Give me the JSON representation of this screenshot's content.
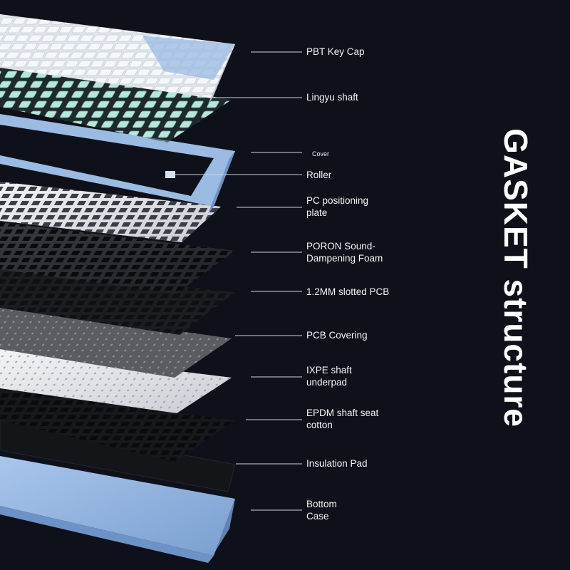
{
  "title": "GASKET structure",
  "colors": {
    "background": "#0e1119",
    "accent_blue": "#9bbbe3",
    "keycap_white": "#eef0f4",
    "switch_mint": "#a9e0d2",
    "plate_light": "#e8eaee",
    "foam_dark": "#2a2c31",
    "pcb_black": "#1c1d21"
  },
  "layers": [
    {
      "id": "keycap",
      "label": "PBT Key Cap"
    },
    {
      "id": "switch",
      "label": "Lingyu shaft"
    },
    {
      "id": "cover",
      "label": "Cover"
    },
    {
      "id": "roller",
      "label": "Roller"
    },
    {
      "id": "plate",
      "label": [
        "PC positioning",
        "plate"
      ]
    },
    {
      "id": "poron",
      "label": [
        "PORON Sound-",
        "Dampening Foam"
      ]
    },
    {
      "id": "pcb",
      "label": "1.2MM slotted PCB"
    },
    {
      "id": "pcbcover",
      "label": "PCB Covering"
    },
    {
      "id": "ixpe",
      "label": [
        "IXPE shaft",
        "underpad"
      ]
    },
    {
      "id": "epdm",
      "label": [
        "EPDM shaft seat",
        "cotton"
      ]
    },
    {
      "id": "insul",
      "label": "Insulation Pad"
    },
    {
      "id": "bottom",
      "label": [
        "Bottom",
        "Case"
      ]
    }
  ]
}
